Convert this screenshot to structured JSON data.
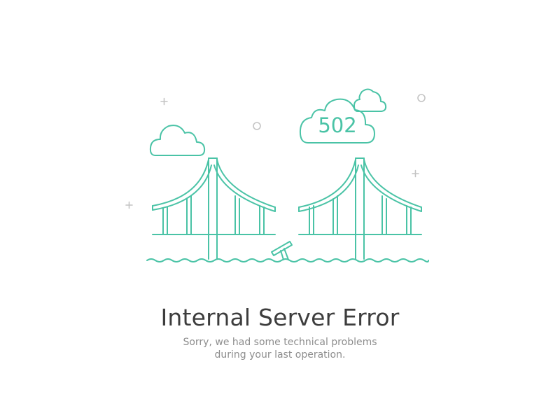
{
  "error": {
    "code": "502",
    "title": "Internal Server Error",
    "message_lines": [
      "Sorry, we had some technical problems",
      "during your last operation."
    ]
  },
  "colors": {
    "accent": "#4ac3a6",
    "accent_light": "#d6f2ea",
    "title_text": "#3d3d3d",
    "body_text": "#8d8d8d",
    "decoration": "#c4c4c4"
  },
  "icons": [
    "cloud-icon",
    "plus-sparkle-icon",
    "circle-sparkle-icon",
    "bridge-icon",
    "water-waves-icon"
  ]
}
